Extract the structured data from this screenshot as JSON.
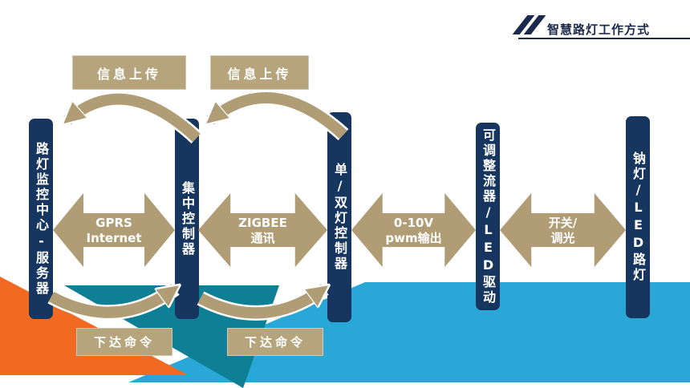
{
  "title": "智慧路灯工作方式",
  "colors": {
    "pillar_navy": "#16365f",
    "arrow_tan": "#b09d75",
    "box_tan": "#b5a47c",
    "bg_orange": "#f26a21",
    "bg_cyan": "#29a8d8",
    "bg_teal": "#0f7f96",
    "title_navy": "#1b2a4c"
  },
  "pillars": [
    {
      "label": "路灯监控中心-服务器"
    },
    {
      "label": "集中控制器"
    },
    {
      "label": "单/双灯控制器"
    },
    {
      "label": "可调整流器/LED驱动"
    },
    {
      "label": "钠灯/LED路灯"
    }
  ],
  "flow_arrows": [
    {
      "lines": [
        "GPRS",
        "Internet"
      ]
    },
    {
      "lines": [
        "ZIGBEE",
        "通讯"
      ]
    },
    {
      "lines": [
        "0-10V",
        "pwm输出"
      ]
    },
    {
      "lines": [
        "开关/",
        "调光"
      ]
    }
  ],
  "upload_boxes": [
    {
      "label": "信息上传"
    },
    {
      "label": "信息上传"
    }
  ],
  "command_boxes": [
    {
      "label": "下达命令"
    },
    {
      "label": "下达命令"
    }
  ]
}
